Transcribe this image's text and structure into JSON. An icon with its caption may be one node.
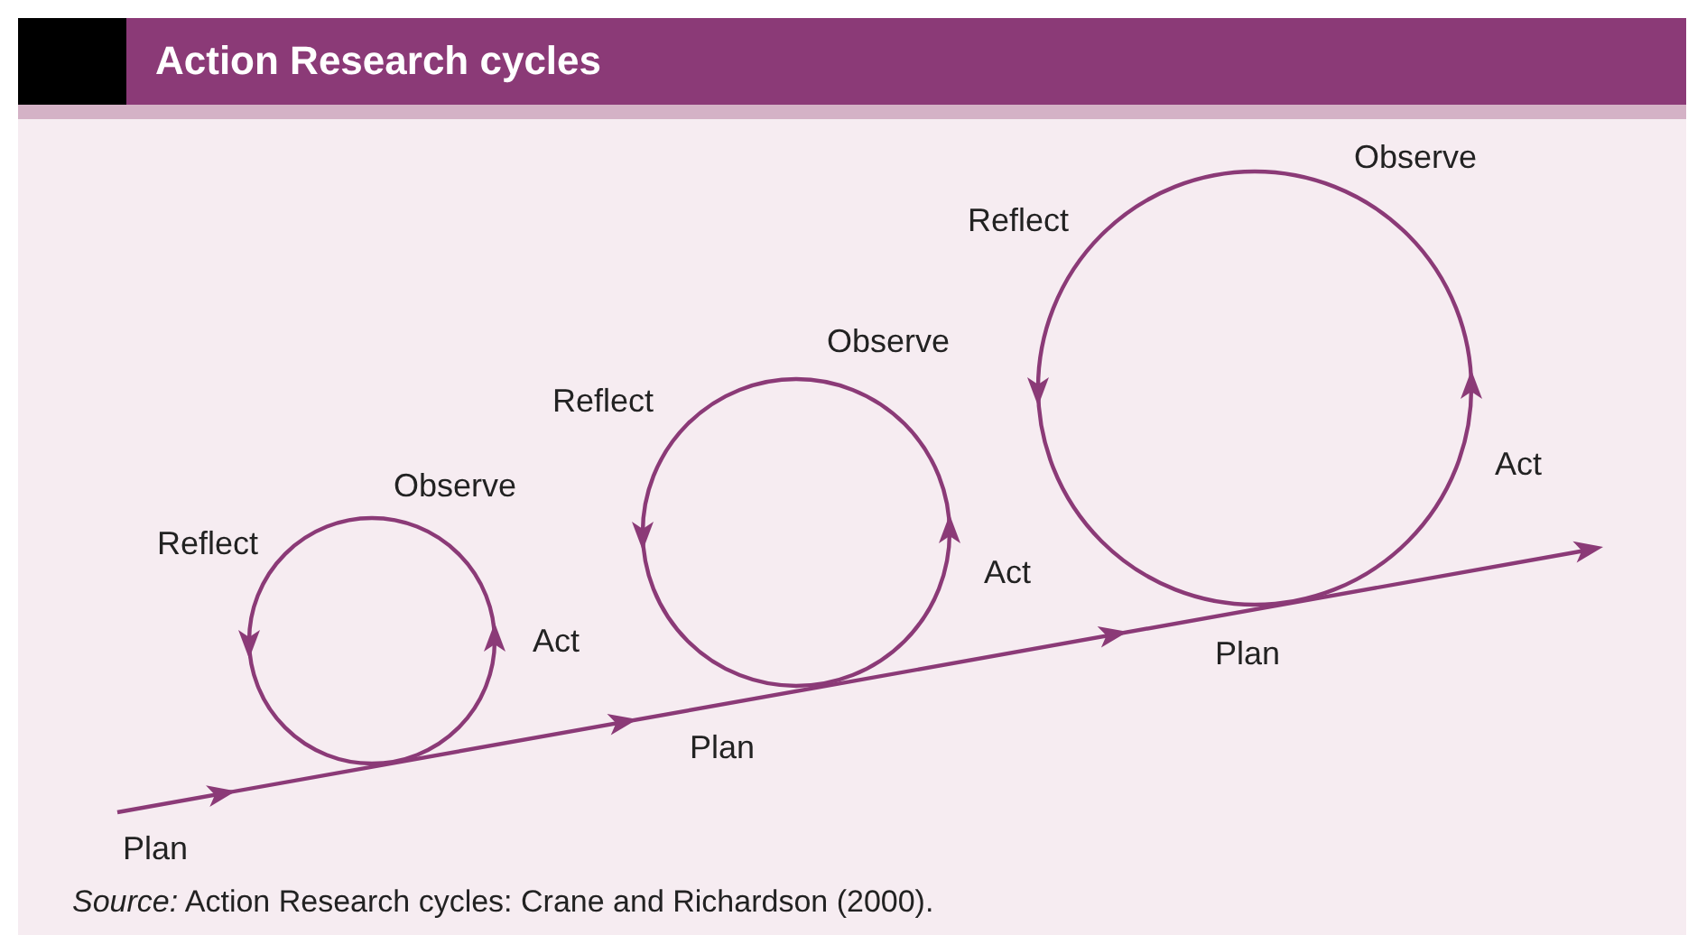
{
  "diagram": {
    "title": "Action Research cycles",
    "caption": "*Source:* Action Research cycles: Crane and Richardson (2000).",
    "labels": [
      "Plan",
      "Reflect",
      "Observe",
      "Act",
      "Plan",
      "Reflect",
      "Observe",
      "Act",
      "Plan",
      "Reflect",
      "Observe",
      "Act"
    ]
  }
}
